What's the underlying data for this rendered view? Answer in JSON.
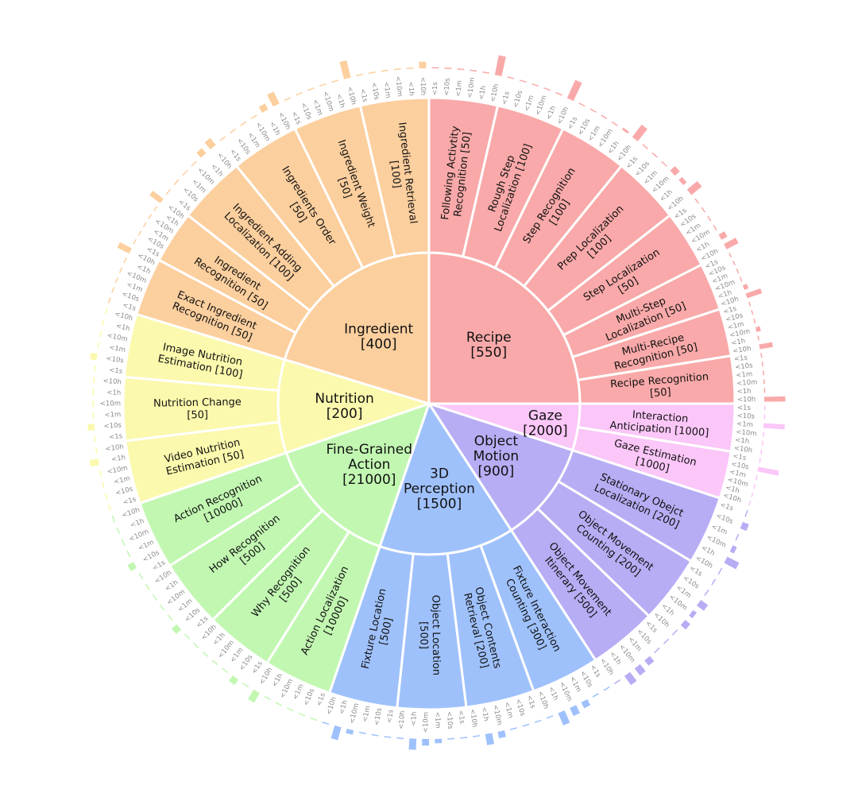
{
  "chart_data": {
    "type": "sunburst",
    "colors": {
      "Recipe": "#f9a9a9",
      "Gaze": "#fbc6f8",
      "Object Motion": "#b7adf4",
      "3D Perception": "#9fc1fb",
      "Fine-Grained Action": "#c2f7b2",
      "Nutrition": "#fbf9ad",
      "Ingredient": "#fccf9e"
    },
    "bar_ticks": [
      "<1s",
      "<10s",
      "<1m",
      "<10m",
      "<1h",
      "<10h"
    ],
    "categories": [
      {
        "name": "Recipe",
        "label": "Recipe\n[550]",
        "total": 550,
        "a0": 0,
        "a1": 90,
        "tasks": [
          {
            "label": "Following Activtity\nRecognition [50]",
            "a0": 0,
            "a1": 13,
            "bars": [
              0.02,
              0.02,
              0.02,
              0.02,
              0.05,
              0.9
            ]
          },
          {
            "label": "Rough Step\nLocalization [100]",
            "a0": 13,
            "a1": 26,
            "bars": [
              0.02,
              0.02,
              0.02,
              0.02,
              0.05,
              0.9
            ]
          },
          {
            "label": "Step Recognition\n[100]",
            "a0": 26,
            "a1": 39,
            "bars": [
              0.02,
              0.02,
              0.02,
              0.05,
              0.1,
              0.7
            ]
          },
          {
            "label": "Prep Localization\n[100]",
            "a0": 39,
            "a1": 52,
            "bars": [
              0.02,
              0.02,
              0.05,
              0.3,
              0.2,
              0.6
            ]
          },
          {
            "label": "Step Localization\n[50]",
            "a0": 52,
            "a1": 63,
            "bars": [
              0.02,
              0.02,
              0.02,
              0.05,
              0.3,
              0.6
            ]
          },
          {
            "label": "Multi-Step\nLocalization [50]",
            "a0": 63,
            "a1": 72,
            "bars": [
              0.02,
              0.02,
              0.02,
              0.05,
              0.2,
              0.7
            ]
          },
          {
            "label": "Multi-Recipe\nRecognition [50]",
            "a0": 72,
            "a1": 81,
            "bars": [
              0.02,
              0.02,
              0.02,
              0.2,
              0.05,
              0.6
            ]
          },
          {
            "label": "Recipe Recognition\n[50]",
            "a0": 81,
            "a1": 90,
            "bars": [
              0.02,
              0.02,
              0.02,
              0.02,
              0.02,
              0.95
            ]
          }
        ]
      },
      {
        "name": "Gaze",
        "label": "Gaze\n[2000]",
        "total": 2000,
        "a0": 90,
        "a1": 108,
        "tasks": [
          {
            "label": "Interaction\nAnticipation [1000]",
            "a0": 90,
            "a1": 99,
            "bars": [
              0.02,
              0.02,
              0.95,
              0.02,
              0.02,
              0.02
            ]
          },
          {
            "label": "Gaze Estimation\n[1000]",
            "a0": 99,
            "a1": 108,
            "bars": [
              0.02,
              0.95,
              0.02,
              0.02,
              0.02,
              0.02
            ]
          }
        ]
      },
      {
        "name": "Object Motion",
        "label": "Object\nMotion\n[900]",
        "total": 900,
        "a0": 108,
        "a1": 147,
        "tasks": [
          {
            "label": "Stationary Obejct\nLocalization [200]",
            "a0": 108,
            "a1": 121,
            "bars": [
              0.02,
              0.3,
              0.05,
              0.2,
              0.6,
              0.02
            ]
          },
          {
            "label": "Object Movement\nCounting [200]",
            "a0": 121,
            "a1": 134,
            "bars": [
              0.02,
              0.02,
              0.4,
              0.2,
              0.3,
              0.02
            ]
          },
          {
            "label": "Object Movement\nItinerary [500]",
            "a0": 134,
            "a1": 147,
            "bars": [
              0.02,
              0.02,
              0.3,
              0.4,
              0.5,
              0.02
            ]
          }
        ]
      },
      {
        "name": "3D Perception",
        "label": "3D\nPerception\n[1500]",
        "total": 1500,
        "a0": 147,
        "a1": 199,
        "tasks": [
          {
            "label": "Fixture Interaction\nCounting [300]",
            "a0": 147,
            "a1": 160,
            "bars": [
              0.02,
              0.02,
              0.3,
              0.4,
              0.6,
              0.02
            ]
          },
          {
            "label": "Object Contents\nRetrieval [200]",
            "a0": 160,
            "a1": 173,
            "bars": [
              0.02,
              0.02,
              0.02,
              0.3,
              0.5,
              0.02
            ]
          },
          {
            "label": "Object Location\n[500]",
            "a0": 173,
            "a1": 186,
            "bars": [
              0.02,
              0.02,
              0.2,
              0.3,
              0.5,
              0.02
            ]
          },
          {
            "label": "Fixture Location\n[500]",
            "a0": 186,
            "a1": 199,
            "bars": [
              0.02,
              0.02,
              0.02,
              0.2,
              0.6,
              0.02
            ]
          }
        ]
      },
      {
        "name": "Fine-Grained Action",
        "label": "Fine-Grained\nAction\n[21000]",
        "total": 21000,
        "a0": 199,
        "a1": 251,
        "tasks": [
          {
            "label": "Action Localization\n[10000]",
            "a0": 199,
            "a1": 212,
            "bars": [
              0.02,
              0.02,
              0.02,
              0.02,
              0.02,
              0.5
            ]
          },
          {
            "label": "Why Recognition\n[500]",
            "a0": 212,
            "a1": 225,
            "bars": [
              0.02,
              0.3,
              0.02,
              0.02,
              0.02,
              0.02
            ]
          },
          {
            "label": "How Recognition\n[500]",
            "a0": 225,
            "a1": 238,
            "bars": [
              0.02,
              0.3,
              0.02,
              0.02,
              0.02,
              0.02
            ]
          },
          {
            "label": "Action Recognition\n[10000]",
            "a0": 238,
            "a1": 251,
            "bars": [
              0.02,
              0.3,
              0.02,
              0.02,
              0.02,
              0.02
            ]
          }
        ]
      },
      {
        "name": "Nutrition",
        "label": "Nutrition\n[200]",
        "total": 200,
        "a0": 251,
        "a1": 287,
        "tasks": [
          {
            "label": "Video Nutrition\nEstimation [50]",
            "a0": 251,
            "a1": 263,
            "bars": [
              0.02,
              0.02,
              0.02,
              0.02,
              0.4,
              0.02
            ]
          },
          {
            "label": "Nutrition Change\n[50]",
            "a0": 263,
            "a1": 275,
            "bars": [
              0.02,
              0.3,
              0.02,
              0.02,
              0.02,
              0.02
            ]
          },
          {
            "label": "Image Nutrition\nEstimation [100]",
            "a0": 275,
            "a1": 287,
            "bars": [
              0.02,
              0.3,
              0.02,
              0.02,
              0.02,
              0.02
            ]
          }
        ]
      },
      {
        "name": "Ingredient",
        "label": "Ingredient\n[400]",
        "total": 400,
        "a0": 287,
        "a1": 360,
        "tasks": [
          {
            "label": "Exact Ingredient\nRecognition [50]",
            "a0": 287,
            "a1": 298,
            "bars": [
              0.02,
              0.02,
              0.02,
              0.02,
              0.02,
              0.6
            ]
          },
          {
            "label": "Ingredient\nRecognition [50]",
            "a0": 298,
            "a1": 308,
            "bars": [
              0.02,
              0.02,
              0.02,
              0.02,
              0.02,
              0.6
            ]
          },
          {
            "label": "Ingredient Adding\nLocalization [100]",
            "a0": 308,
            "a1": 321,
            "bars": [
              0.02,
              0.02,
              0.02,
              0.02,
              0.3,
              0.4
            ]
          },
          {
            "label": "Ingredients Order\n[50]",
            "a0": 321,
            "a1": 334,
            "bars": [
              0.02,
              0.02,
              0.02,
              0.02,
              0.3,
              0.6
            ]
          },
          {
            "label": "Ingredient Weight\n[50]",
            "a0": 334,
            "a1": 347,
            "bars": [
              0.02,
              0.02,
              0.02,
              0.02,
              0.02,
              0.8
            ]
          },
          {
            "label": "Ingredient Retrieval\n[100]",
            "a0": 347,
            "a1": 360,
            "bars": [
              0.02,
              0.02,
              0.02,
              0.02,
              0.02,
              0.3
            ]
          }
        ]
      }
    ]
  }
}
